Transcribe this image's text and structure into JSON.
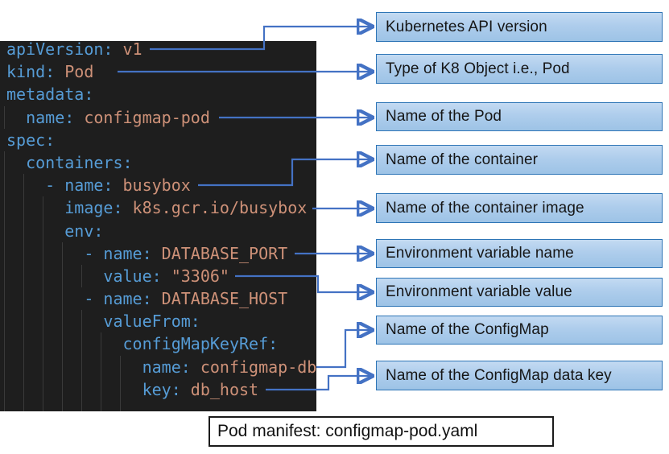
{
  "code_block": {
    "language": "yaml",
    "colors": {
      "background": "#1e1e1e",
      "key": "#569cd6",
      "value": "#ce9178",
      "indent_guide": "#3a3a3a"
    },
    "lines": [
      {
        "indent": 0,
        "tokens": [
          {
            "t": "apiVersion:",
            "c": "key"
          },
          {
            "t": " v1",
            "c": "val"
          }
        ]
      },
      {
        "indent": 0,
        "tokens": [
          {
            "t": "kind:",
            "c": "key"
          },
          {
            "t": " Pod",
            "c": "val"
          }
        ]
      },
      {
        "indent": 0,
        "tokens": [
          {
            "t": "metadata:",
            "c": "key"
          }
        ]
      },
      {
        "indent": 2,
        "tokens": [
          {
            "t": "name:",
            "c": "key"
          },
          {
            "t": " configmap-pod",
            "c": "val"
          }
        ]
      },
      {
        "indent": 0,
        "tokens": [
          {
            "t": "spec:",
            "c": "key"
          }
        ]
      },
      {
        "indent": 2,
        "tokens": [
          {
            "t": "containers:",
            "c": "key"
          }
        ]
      },
      {
        "indent": 4,
        "tokens": [
          {
            "t": "- name:",
            "c": "key"
          },
          {
            "t": " busybox",
            "c": "val"
          }
        ]
      },
      {
        "indent": 6,
        "tokens": [
          {
            "t": "image:",
            "c": "key"
          },
          {
            "t": " k8s.gcr.io/busybox",
            "c": "val"
          }
        ]
      },
      {
        "indent": 6,
        "tokens": [
          {
            "t": "env:",
            "c": "key"
          }
        ]
      },
      {
        "indent": 8,
        "tokens": [
          {
            "t": "- name:",
            "c": "key"
          },
          {
            "t": " DATABASE_PORT",
            "c": "val"
          }
        ]
      },
      {
        "indent": 10,
        "tokens": [
          {
            "t": "value:",
            "c": "key"
          },
          {
            "t": " \"3306\"",
            "c": "val"
          }
        ]
      },
      {
        "indent": 8,
        "tokens": [
          {
            "t": "- name:",
            "c": "key"
          },
          {
            "t": " DATABASE_HOST",
            "c": "val"
          }
        ]
      },
      {
        "indent": 10,
        "tokens": [
          {
            "t": "valueFrom:",
            "c": "key"
          }
        ]
      },
      {
        "indent": 12,
        "tokens": [
          {
            "t": "configMapKeyRef:",
            "c": "key"
          }
        ]
      },
      {
        "indent": 14,
        "tokens": [
          {
            "t": "name:",
            "c": "key"
          },
          {
            "t": " configmap-db",
            "c": "val"
          }
        ]
      },
      {
        "indent": 14,
        "tokens": [
          {
            "t": "key:",
            "c": "key"
          },
          {
            "t": " db_host",
            "c": "val"
          }
        ]
      },
      {
        "indent": 14,
        "tokens": []
      }
    ]
  },
  "annotations": [
    {
      "text": "Kubernetes API version"
    },
    {
      "text": "Type of K8 Object i.e., Pod"
    },
    {
      "text": "Name of the Pod"
    },
    {
      "text": "Name of the container"
    },
    {
      "text": "Name of the container image"
    },
    {
      "text": "Environment variable name"
    },
    {
      "text": "Environment variable value"
    },
    {
      "text": "Name of the ConfigMap"
    },
    {
      "text": "Name of the ConfigMap data key"
    }
  ],
  "caption": {
    "text": "Pod manifest: configmap-pod.yaml"
  },
  "colors": {
    "connector": "#4472c4",
    "annotation_fill_top": "#c3daf2",
    "annotation_fill_bottom": "#9dc3e6",
    "annotation_border": "#2e75b6"
  }
}
